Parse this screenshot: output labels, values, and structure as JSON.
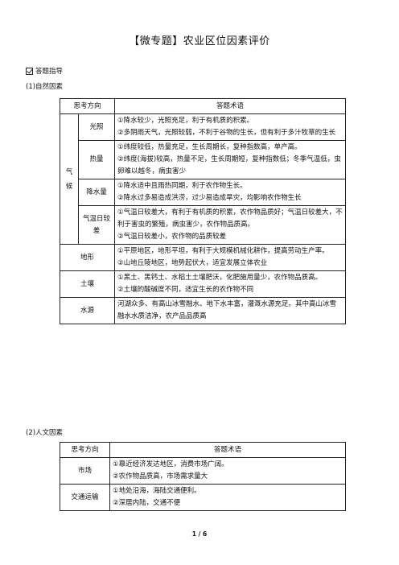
{
  "title": "【微专题】农业区位因素评价",
  "guide_label": "答题指导",
  "natural": {
    "heading": "(1)自然因素",
    "col_think": "思考方向",
    "col_terms": "答题术语",
    "climate": "气候",
    "rows": [
      {
        "factor": "光照",
        "lines": [
          "①降水较少，光照充足，利于有机质的积累。",
          "②多阴雨天气，光照较弱，不利于谷物的生长，但有利于多汁牧草的生长"
        ]
      },
      {
        "factor": "热量",
        "lines": [
          "①纬度较低，热量充足，生长周期长，复种指数高，单产高。",
          "②纬度(海拔)较高，热量不足，生长周期短，复种指数低；冬季气温低，虫卵难以越冬，病虫害少"
        ]
      },
      {
        "factor": "降水量",
        "lines": [
          "①降水适中且雨热同期，利于农作物生长。",
          "②降水过多易造成洪涝，过少易造成旱灾，均影响农作物生长"
        ]
      },
      {
        "factor": "气温日较差",
        "lines": [
          "①气温日较差大，有利于有机质的积累，农作物品质好；气温日较差大，不利于害虫的繁殖，病虫害少，农作物品质高。",
          "②气温日较差小，农作物的品质较差"
        ]
      }
    ],
    "others": [
      {
        "factor": "地形",
        "lines": [
          "①平原地区，地形平坦，有利于大规模机械化耕作，提高劳动生产率。",
          "②山地丘陵地区，地势起伏大，适宜发展立体农业"
        ]
      },
      {
        "factor": "土壤",
        "lines": [
          "①黑土、黑钙土、水稻土土壤肥沃，化肥施用量少，农作物品质高。",
          "②土壤的酸碱度不同，适宜生长的农作物不同"
        ]
      },
      {
        "factor": "水源",
        "lines": [
          "河湖众多、有高山冰雪融水、地下水丰富，灌溉水源充足。其中高山冰雪融水水质洁净，农产品品质高"
        ]
      }
    ]
  },
  "human": {
    "heading": "(2)人文因素",
    "col_think": "思考方向",
    "col_terms": "答题术语",
    "rows": [
      {
        "factor": "市场",
        "lines": [
          "①靠近经济发达地区，消费市场广阔。",
          "②农作物品质高，市场需求量大"
        ]
      },
      {
        "factor": "交通运输",
        "lines": [
          "①地处沿海，海陆交通便利。",
          "②深居内陆，交通不便"
        ]
      }
    ]
  },
  "footer": "1 / 6"
}
